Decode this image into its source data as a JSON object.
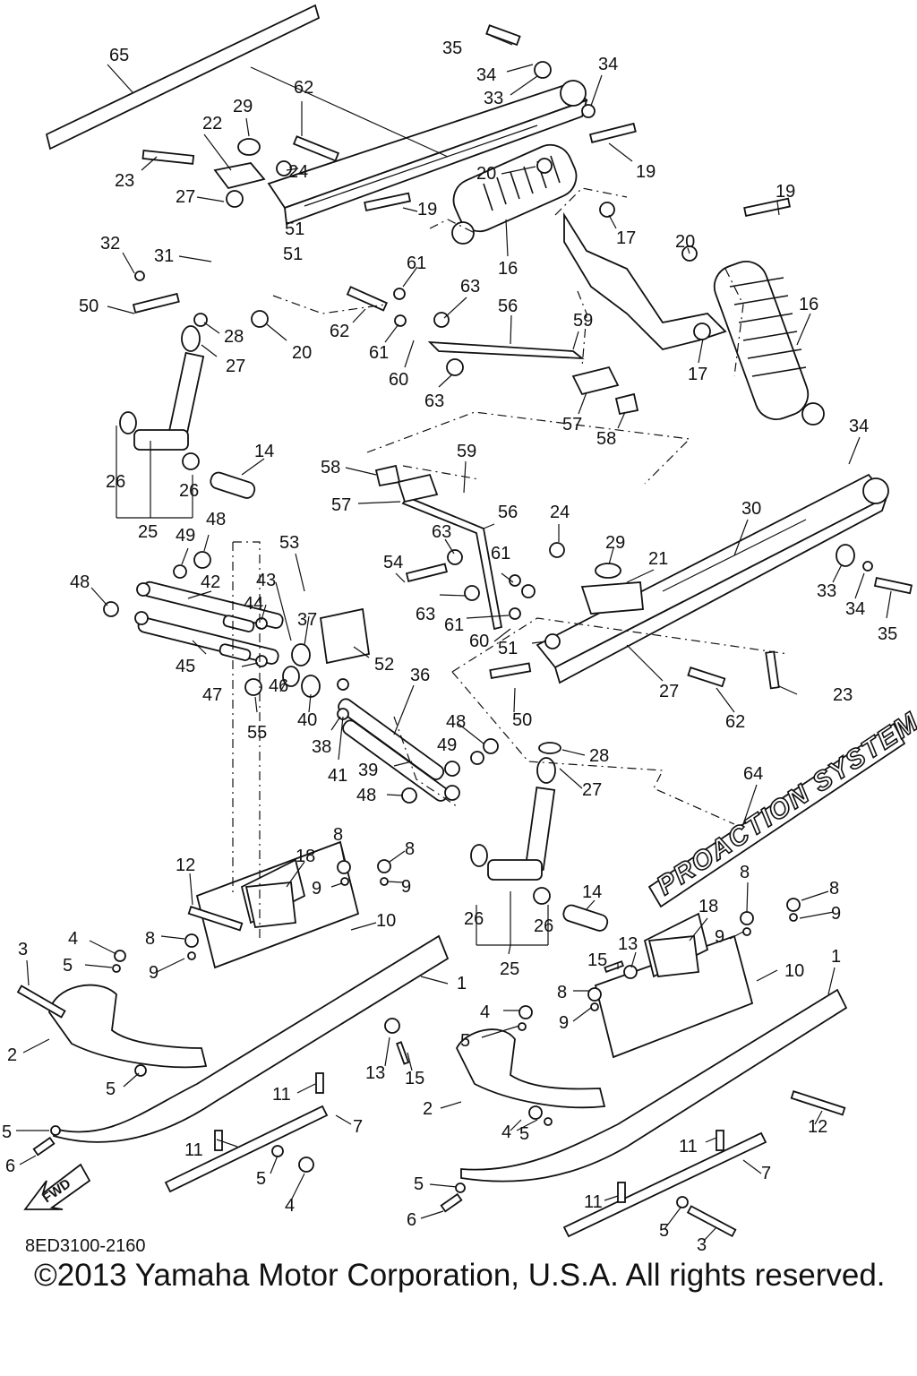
{
  "diagram": {
    "doc_code": "8ED3100-2160",
    "copyright": "©2013 Yamaha Motor Corporation, U.S.A. All rights reserved.",
    "fwd_label": "FWD",
    "logo_text": "PROACTION SYSTEM",
    "callouts": [
      {
        "id": "c65",
        "label": "65"
      },
      {
        "id": "c35a",
        "label": "35"
      },
      {
        "id": "c34a",
        "label": "34"
      },
      {
        "id": "c34b",
        "label": "34"
      },
      {
        "id": "c33a",
        "label": "33"
      },
      {
        "id": "c62a",
        "label": "62"
      },
      {
        "id": "c29a",
        "label": "29"
      },
      {
        "id": "c22",
        "label": "22"
      },
      {
        "id": "c23a",
        "label": "23"
      },
      {
        "id": "c24a",
        "label": "24"
      },
      {
        "id": "c20a",
        "label": "20"
      },
      {
        "id": "c19a",
        "label": "19"
      },
      {
        "id": "c27a",
        "label": "27"
      },
      {
        "id": "c32",
        "label": "32"
      },
      {
        "id": "c31",
        "label": "31"
      },
      {
        "id": "c51a",
        "label": "51"
      },
      {
        "id": "c51b",
        "label": "51"
      },
      {
        "id": "c19b",
        "label": "19"
      },
      {
        "id": "c17a",
        "label": "17"
      },
      {
        "id": "c19c",
        "label": "19"
      },
      {
        "id": "c20b",
        "label": "20"
      },
      {
        "id": "c61a",
        "label": "61"
      },
      {
        "id": "c16a",
        "label": "16"
      },
      {
        "id": "c50a",
        "label": "50"
      },
      {
        "id": "c62b",
        "label": "62"
      },
      {
        "id": "c63a",
        "label": "63"
      },
      {
        "id": "c56a",
        "label": "56"
      },
      {
        "id": "c16b",
        "label": "16"
      },
      {
        "id": "c28a",
        "label": "28"
      },
      {
        "id": "c20c",
        "label": "20"
      },
      {
        "id": "c61b",
        "label": "61"
      },
      {
        "id": "c59a",
        "label": "59"
      },
      {
        "id": "c27b",
        "label": "27"
      },
      {
        "id": "c60a",
        "label": "60"
      },
      {
        "id": "c17b",
        "label": "17"
      },
      {
        "id": "c63b",
        "label": "63"
      },
      {
        "id": "c57a",
        "label": "57"
      },
      {
        "id": "c58a",
        "label": "58"
      },
      {
        "id": "c34c",
        "label": "34"
      },
      {
        "id": "c14a",
        "label": "14"
      },
      {
        "id": "c59b",
        "label": "59"
      },
      {
        "id": "c58b",
        "label": "58"
      },
      {
        "id": "c26a",
        "label": "26"
      },
      {
        "id": "c26b",
        "label": "26"
      },
      {
        "id": "c57b",
        "label": "57"
      },
      {
        "id": "c56b",
        "label": "56"
      },
      {
        "id": "c30",
        "label": "30"
      },
      {
        "id": "c25a",
        "label": "25"
      },
      {
        "id": "c49a",
        "label": "49"
      },
      {
        "id": "c48a",
        "label": "48"
      },
      {
        "id": "c24b",
        "label": "24"
      },
      {
        "id": "c29b",
        "label": "29"
      },
      {
        "id": "c53",
        "label": "53"
      },
      {
        "id": "c63c",
        "label": "63"
      },
      {
        "id": "c48b",
        "label": "48"
      },
      {
        "id": "c42",
        "label": "42"
      },
      {
        "id": "c54",
        "label": "54"
      },
      {
        "id": "c21",
        "label": "21"
      },
      {
        "id": "c43",
        "label": "43"
      },
      {
        "id": "c44",
        "label": "44"
      },
      {
        "id": "c61c",
        "label": "61"
      },
      {
        "id": "c33b",
        "label": "33"
      },
      {
        "id": "c37",
        "label": "37"
      },
      {
        "id": "c63d",
        "label": "63"
      },
      {
        "id": "c34d",
        "label": "34"
      },
      {
        "id": "c45",
        "label": "45"
      },
      {
        "id": "c61d",
        "label": "61"
      },
      {
        "id": "c60b",
        "label": "60"
      },
      {
        "id": "c51c",
        "label": "51"
      },
      {
        "id": "c35b",
        "label": "35"
      },
      {
        "id": "c47",
        "label": "47"
      },
      {
        "id": "c36",
        "label": "36"
      },
      {
        "id": "c52",
        "label": "52"
      },
      {
        "id": "c27c",
        "label": "27"
      },
      {
        "id": "c23b",
        "label": "23"
      },
      {
        "id": "c46",
        "label": "46"
      },
      {
        "id": "c40",
        "label": "40"
      },
      {
        "id": "c50b",
        "label": "50"
      },
      {
        "id": "c62c",
        "label": "62"
      },
      {
        "id": "c55",
        "label": "55"
      },
      {
        "id": "c48c",
        "label": "48"
      },
      {
        "id": "c38",
        "label": "38"
      },
      {
        "id": "c49b",
        "label": "49"
      },
      {
        "id": "c28b",
        "label": "28"
      },
      {
        "id": "c41",
        "label": "41"
      },
      {
        "id": "c39",
        "label": "39"
      },
      {
        "id": "c64",
        "label": "64"
      },
      {
        "id": "c27d",
        "label": "27"
      },
      {
        "id": "c48d",
        "label": "48"
      },
      {
        "id": "c8a",
        "label": "8"
      },
      {
        "id": "c18a",
        "label": "18"
      },
      {
        "id": "c8b",
        "label": "8"
      },
      {
        "id": "c12a",
        "label": "12"
      },
      {
        "id": "c9a",
        "label": "9"
      },
      {
        "id": "c9b",
        "label": "9"
      },
      {
        "id": "c26c",
        "label": "26"
      },
      {
        "id": "c14b",
        "label": "14"
      },
      {
        "id": "c8c",
        "label": "8"
      },
      {
        "id": "c8d",
        "label": "8"
      },
      {
        "id": "c10a",
        "label": "10"
      },
      {
        "id": "c3a",
        "label": "3"
      },
      {
        "id": "c4a",
        "label": "4"
      },
      {
        "id": "c8e",
        "label": "8"
      },
      {
        "id": "c9c",
        "label": "9"
      },
      {
        "id": "c26d",
        "label": "26"
      },
      {
        "id": "c18b",
        "label": "18"
      },
      {
        "id": "c9d",
        "label": "9"
      },
      {
        "id": "c5a",
        "label": "5"
      },
      {
        "id": "c9e",
        "label": "9"
      },
      {
        "id": "c1a",
        "label": "1"
      },
      {
        "id": "c13a",
        "label": "13"
      },
      {
        "id": "c15a",
        "label": "15"
      },
      {
        "id": "c25b",
        "label": "25"
      },
      {
        "id": "c10b",
        "label": "10"
      },
      {
        "id": "c1b",
        "label": "1"
      },
      {
        "id": "c8f",
        "label": "8"
      },
      {
        "id": "c2a",
        "label": "2"
      },
      {
        "id": "c9f",
        "label": "9"
      },
      {
        "id": "c13b",
        "label": "13"
      },
      {
        "id": "c15b",
        "label": "15"
      },
      {
        "id": "c4b",
        "label": "4"
      },
      {
        "id": "c5b",
        "label": "5"
      },
      {
        "id": "c5c",
        "label": "5"
      },
      {
        "id": "c11a",
        "label": "11"
      },
      {
        "id": "c7a",
        "label": "7"
      },
      {
        "id": "c2b",
        "label": "2"
      },
      {
        "id": "c5d",
        "label": "5"
      },
      {
        "id": "c12b",
        "label": "12"
      },
      {
        "id": "c11b",
        "label": "11"
      },
      {
        "id": "c6a",
        "label": "6"
      },
      {
        "id": "c5e",
        "label": "5"
      },
      {
        "id": "c4c",
        "label": "4"
      },
      {
        "id": "c5f",
        "label": "5"
      },
      {
        "id": "c4d",
        "label": "4"
      },
      {
        "id": "c11c",
        "label": "11"
      },
      {
        "id": "c7b",
        "label": "7"
      },
      {
        "id": "c5g",
        "label": "5"
      },
      {
        "id": "c11d",
        "label": "11"
      },
      {
        "id": "c6b",
        "label": "6"
      },
      {
        "id": "c5h",
        "label": "5"
      },
      {
        "id": "c3b",
        "label": "3"
      }
    ]
  }
}
